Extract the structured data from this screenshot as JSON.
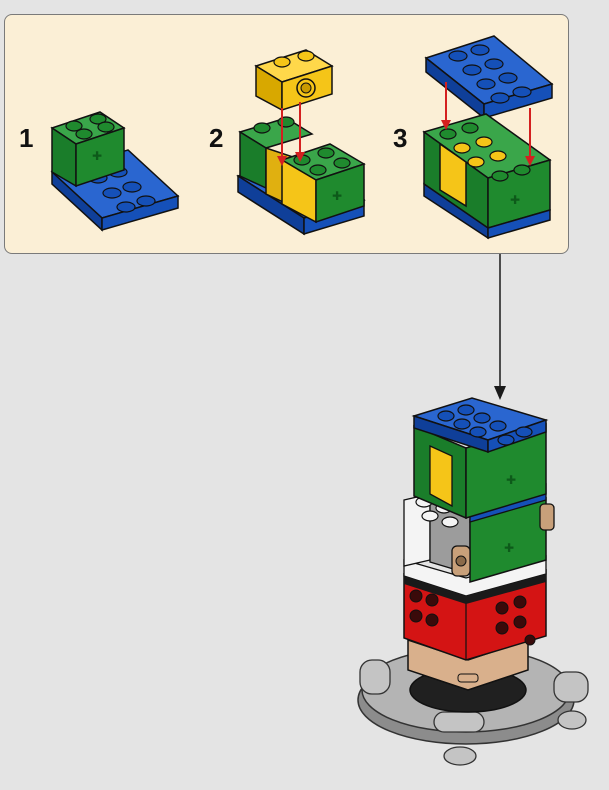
{
  "steps": [
    {
      "number": "1"
    },
    {
      "number": "2"
    },
    {
      "number": "3"
    }
  ],
  "colors": {
    "background": "#e4e4e4",
    "callout_fill": "#fbefd6",
    "brick_green": "#1f8a2e",
    "brick_blue": "#1550b8",
    "brick_yellow": "#f5c518",
    "brick_red": "#d41414",
    "brick_white": "#f4f4f4",
    "brick_tan": "#d9b08c",
    "brick_gray": "#9c9c9c",
    "arrow_red": "#d42020",
    "arrow_black": "#1a1a1a"
  }
}
